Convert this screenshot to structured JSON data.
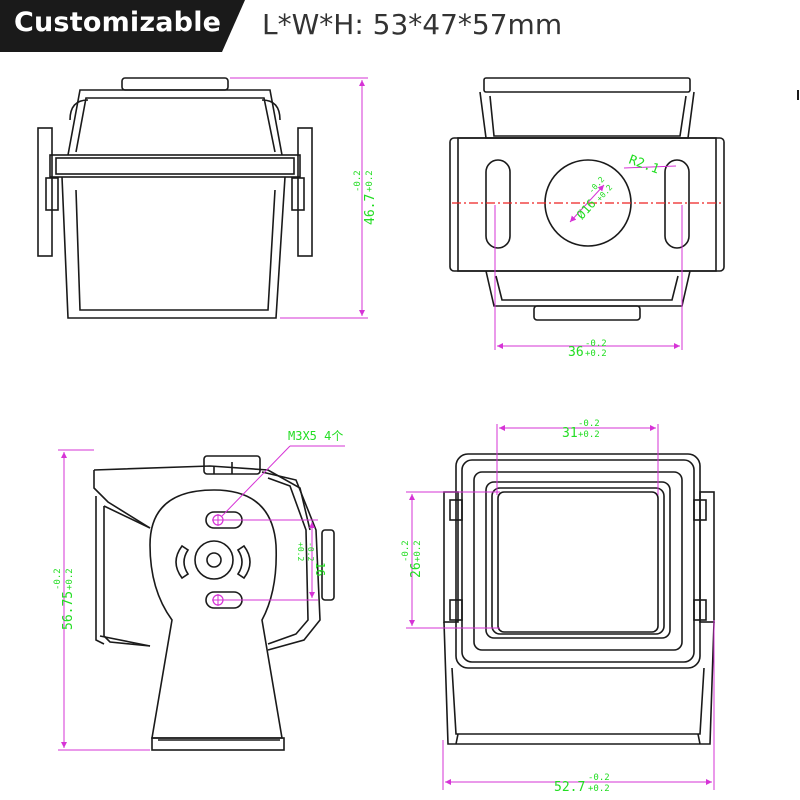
{
  "header": {
    "badge_label": "Customizable",
    "dimensions_label": "L*W*H:  53*47*57mm"
  },
  "colors": {
    "outline": "#1a1a1a",
    "dimension_line": "#d633d6",
    "dimension_text": "#22dd22",
    "center_line": "#ee2222",
    "badge_bg": "#1a1a1a"
  },
  "views": {
    "side_view": {
      "height_dim": {
        "value": "46.7",
        "tol_upper": "-0.2",
        "tol_lower": "+0.2"
      }
    },
    "back_view": {
      "radius_label": "R2.1",
      "diameter_dim": {
        "value": "Ø16",
        "tol_upper": "-0.2",
        "tol_lower": "+0.2"
      },
      "width_dim": {
        "value": "36",
        "tol_upper": "-0.2",
        "tol_lower": "+0.2"
      }
    },
    "bracket_view": {
      "screw_label": "M3X5 4个",
      "height_dim": {
        "value": "56.75",
        "tol_upper": "-0.2",
        "tol_lower": "+0.2"
      },
      "hole_spacing_dim": {
        "value": "16",
        "tol_upper": "-0.2",
        "tol_lower": "+0.2"
      }
    },
    "front_view": {
      "window_width_dim": {
        "value": "31",
        "tol_upper": "-0.2",
        "tol_lower": "+0.2"
      },
      "window_height_dim": {
        "value": "26",
        "tol_upper": "-0.2",
        "tol_lower": "+0.2"
      },
      "overall_width_dim": {
        "value": "52.7",
        "tol_upper": "-0.2",
        "tol_lower": "+0.2"
      }
    }
  }
}
